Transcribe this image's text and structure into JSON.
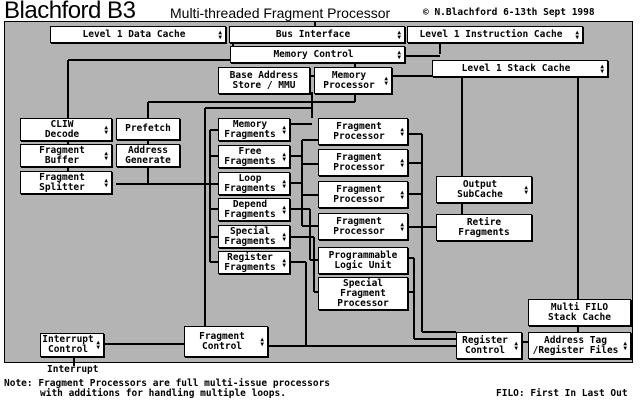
{
  "header": {
    "title": "Blachford B3",
    "subtitle": "Multi-threaded Fragment Processor",
    "credit": "© N.Blachford  6-13th Sept 1998"
  },
  "blocks": {
    "l1_data_cache": [
      "Level 1 Data Cache"
    ],
    "bus_interface": [
      "Bus Interface"
    ],
    "l1_instruction_cache": [
      "Level 1 Instruction Cache"
    ],
    "memory_control": [
      "Memory Control"
    ],
    "base_address": [
      "Base Address",
      "Store / MMU"
    ],
    "memory_processor": [
      "Memory",
      "Processor"
    ],
    "l1_stack_cache": [
      "Level 1 Stack Cache"
    ],
    "cliw_decode": [
      "CLIW",
      "Decode"
    ],
    "prefetch": [
      "Prefetch"
    ],
    "fragment_buffer": [
      "Fragment",
      "Buffer"
    ],
    "address_generate": [
      "Address",
      "Generate"
    ],
    "fragment_splitter": [
      "Fragment",
      "Splitter"
    ],
    "memory_fragments": [
      "Memory",
      "Fragments"
    ],
    "free_fragments": [
      "Free",
      "Fragments"
    ],
    "loop_fragments": [
      "Loop",
      "Fragments"
    ],
    "depend_fragments": [
      "Depend",
      "Fragments"
    ],
    "special_fragments": [
      "Special",
      "Fragments"
    ],
    "register_fragments": [
      "Register",
      "Fragments"
    ],
    "fragment_processor_1": [
      "Fragment",
      "Processor"
    ],
    "fragment_processor_2": [
      "Fragment",
      "Processor"
    ],
    "fragment_processor_3": [
      "Fragment",
      "Processor"
    ],
    "fragment_processor_4": [
      "Fragment",
      "Processor"
    ],
    "programmable_logic_unit": [
      "Programmable",
      "Logic Unit"
    ],
    "special_fragment_processor": [
      "Special",
      "Fragment",
      "Processor"
    ],
    "output_subcache": [
      "Output",
      "SubCache"
    ],
    "retire_fragments": [
      "Retire",
      "Fragments"
    ],
    "multi_filo": [
      "Multi FILO",
      "Stack Cache"
    ],
    "interrupt_control": [
      "Interrupt",
      "Control"
    ],
    "fragment_control": [
      "Fragment",
      "Control"
    ],
    "register_control": [
      "Register",
      "Control"
    ],
    "address_tag": [
      "Address Tag",
      "/Register Files"
    ]
  },
  "interrupt_label": "Interrupt",
  "footer": {
    "note_line1": "Note: Fragment Processors are full multi-issue processors",
    "note_line2": "with additions for handling multiple loops.",
    "filo_note": "FILO: First In Last Out"
  }
}
